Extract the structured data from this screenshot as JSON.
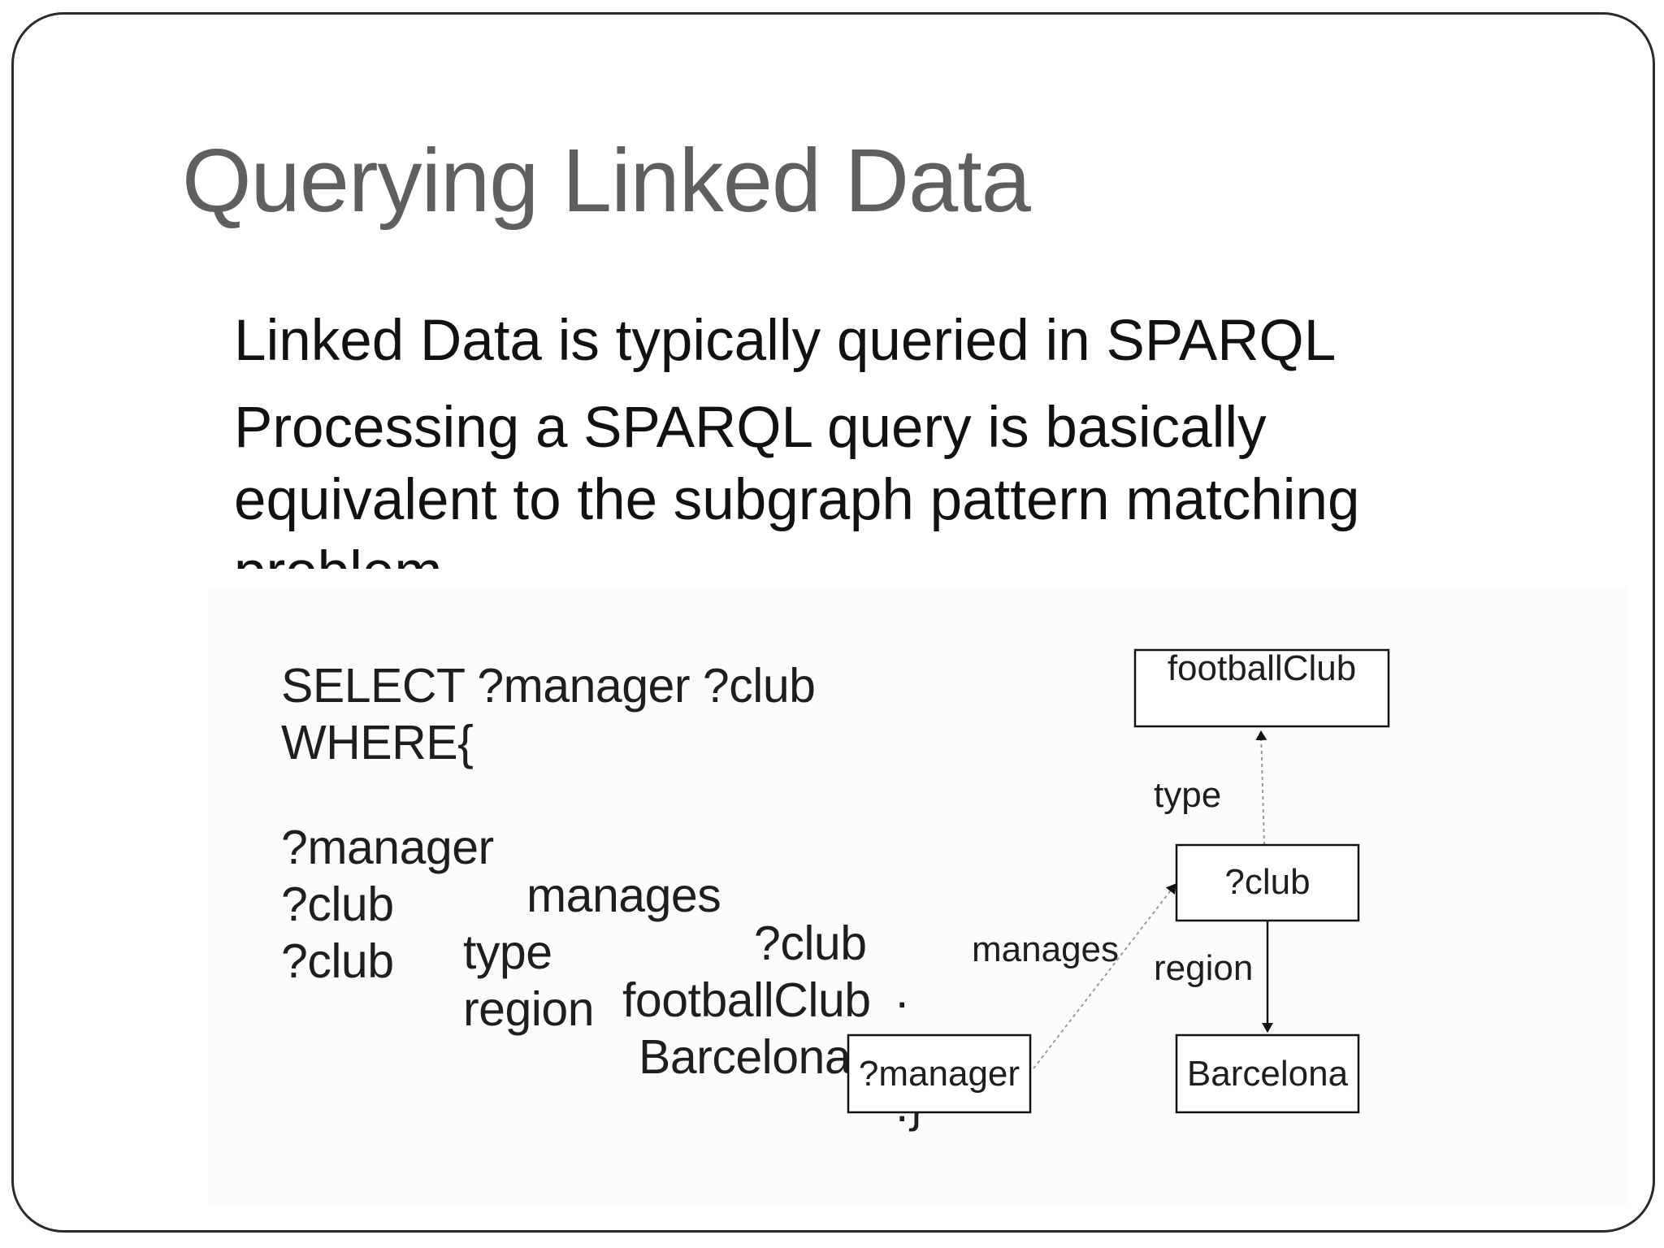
{
  "slide": {
    "title": "Querying Linked Data",
    "bullets": [
      "Linked Data is typically queried in SPARQL",
      "Processing a SPARQL query is basically equivalent to the subgraph pattern matching problem"
    ],
    "accent_color": "#e0531f",
    "title_color": "#5f5f5f"
  },
  "query": {
    "line1": "SELECT ?manager ?club",
    "line2": "WHERE{",
    "line3": [
      "?manager",
      "manages",
      "?club",
      "."
    ],
    "line4": [
      "?club",
      "type",
      "footballClub",
      "."
    ],
    "line5": [
      "?club",
      "region",
      "Barcelona",
      ".}"
    ]
  },
  "graph": {
    "nodes": {
      "football_club": "footballClub",
      "club": "?club",
      "manager": "?manager",
      "barcelona": "Barcelona"
    },
    "edges": {
      "type": "type",
      "manages": "manages",
      "region": "region"
    }
  }
}
